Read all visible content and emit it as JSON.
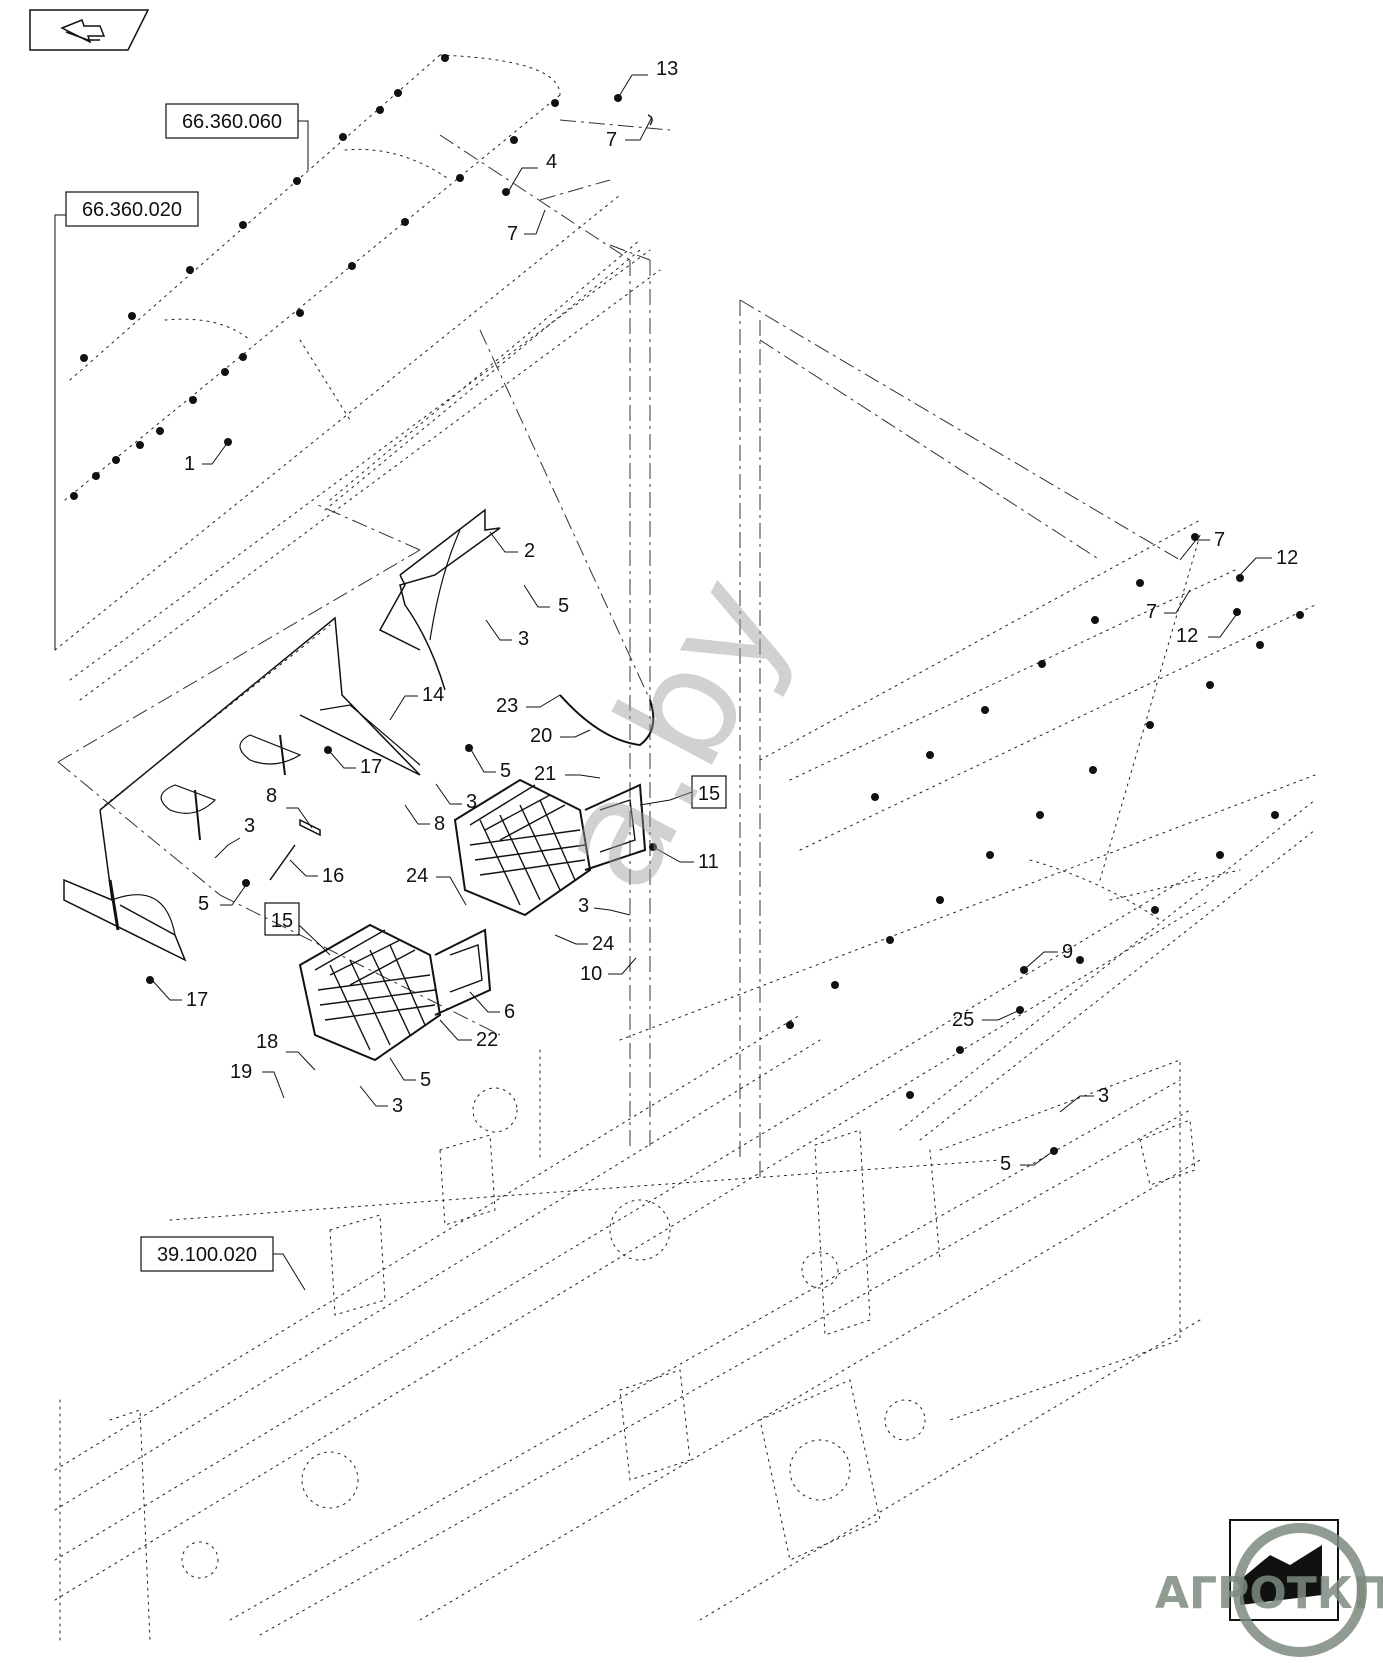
{
  "diagram": {
    "reference_labels": [
      "66.360.060",
      "66.360.020",
      "39.100.020"
    ],
    "boxed_callouts": [
      "15",
      "15"
    ],
    "callouts": [
      "13",
      "7",
      "4",
      "7",
      "1",
      "2",
      "5",
      "3",
      "14",
      "17",
      "8",
      "3",
      "5",
      "8",
      "16",
      "3",
      "5",
      "17",
      "23",
      "20",
      "21",
      "11",
      "24",
      "3",
      "24",
      "10",
      "6",
      "22",
      "18",
      "19",
      "5",
      "3",
      "9",
      "25",
      "3",
      "5",
      "7",
      "12",
      "7",
      "12"
    ],
    "watermark": "a.by",
    "logo": {
      "text": "АГРОТКП",
      "colors": {
        "circle": "#7d8a7e",
        "text": "#7d8a7e"
      }
    }
  },
  "icons": {
    "nav": "return-arrow-icon",
    "corner": "sheet-corner-icon"
  }
}
